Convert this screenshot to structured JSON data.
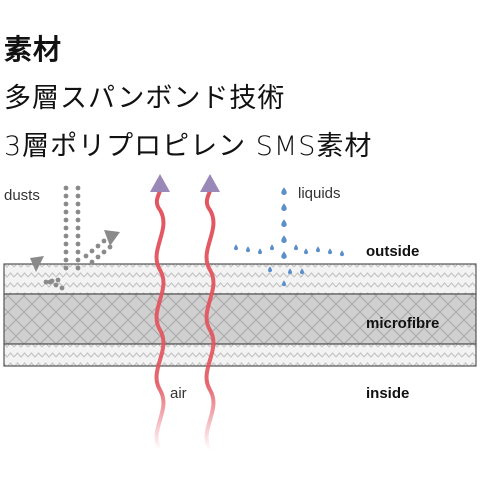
{
  "header": {
    "title": "素材",
    "line1": "多層スパンボンド技術",
    "line2": "3層ポリプロピレン SMS素材"
  },
  "diagram": {
    "label_dusts": "dusts",
    "label_liquids": "liquids",
    "label_air": "air",
    "layer_outside": "outside",
    "layer_microfibre": "microfibre",
    "layer_inside": "inside",
    "colors": {
      "air_arrow": "#e2555f",
      "arrow_head": "#9a88b8",
      "dust": "#8a8a8a",
      "liquid": "#5b8fc9",
      "layer_light": "#f0f0f0",
      "layer_mid": "#d2d2d2"
    }
  }
}
